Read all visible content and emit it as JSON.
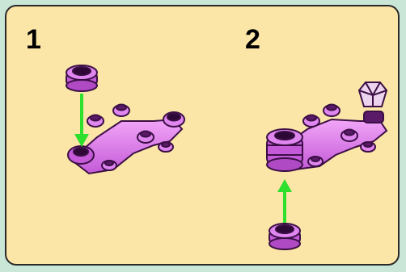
{
  "steps": [
    {
      "number": "1"
    },
    {
      "number": "2"
    }
  ],
  "colors": {
    "background": "#c9e6d6",
    "panel": "#fbe5a7",
    "piece": "#d46ee6",
    "piece_dark": "#6a1d7a",
    "arrow": "#2ee02e",
    "joint_head": "#e8c6ea"
  },
  "icons": [
    "purple-connector-piece",
    "purple-branch-piece",
    "green-down-arrow",
    "green-up-arrow",
    "crystal-joint-head"
  ]
}
